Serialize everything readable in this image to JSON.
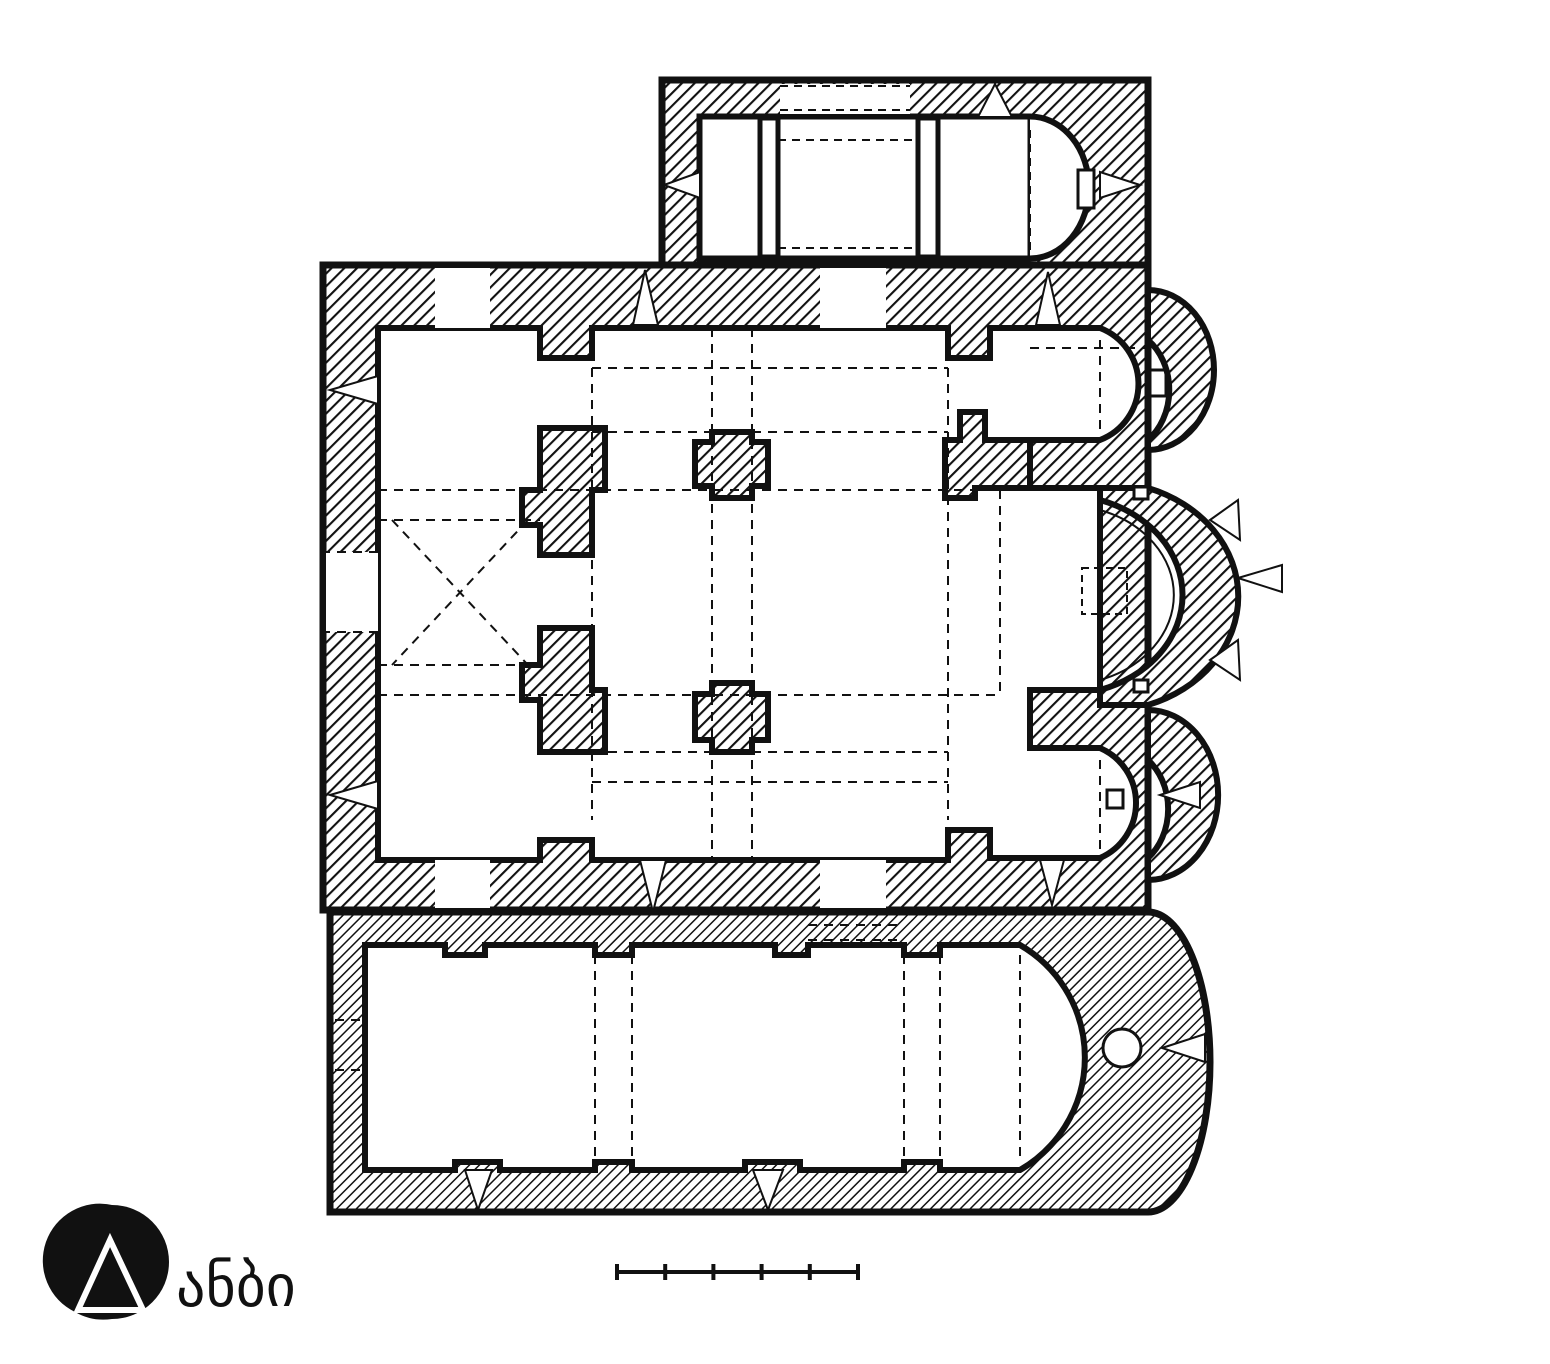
{
  "drawing": {
    "subject": "church-floor-plan",
    "ink_color": "#111111",
    "paper_color": "#ffffff",
    "hatch_style": "diagonal"
  },
  "scale_bar": {
    "divisions": 5
  },
  "logo": {
    "text": "ანბი",
    "mark": "circle-with-triangle",
    "color": "#111111"
  }
}
